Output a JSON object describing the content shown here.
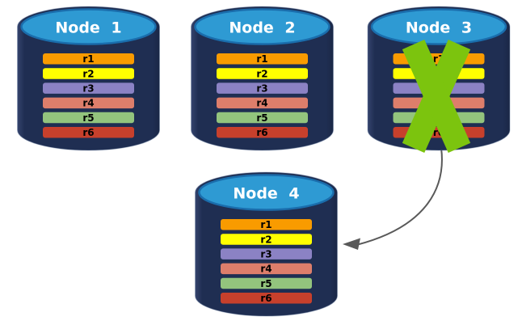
{
  "background_color": "#FFFFFF",
  "diagram": {
    "type": "database-replication-failover",
    "nodes": [
      {
        "label": "Node 1",
        "rows": [
          "r1",
          "r2",
          "r3",
          "r4",
          "r5",
          "r6"
        ],
        "failed": false
      },
      {
        "label": "Node 2",
        "rows": [
          "r1",
          "r2",
          "r3",
          "r4",
          "r5",
          "r6"
        ],
        "failed": false
      },
      {
        "label": "Node 3",
        "rows": [
          "r1",
          "r2",
          "r3",
          "r4",
          "r5",
          "r6"
        ],
        "failed": true
      },
      {
        "label": "Node 4",
        "rows": [
          "r1",
          "r2",
          "r3",
          "r4",
          "r5",
          "r6"
        ],
        "failed": false
      }
    ],
    "row_colors": {
      "r1": "#F99B00",
      "r2": "#FFFF00",
      "r3": "#8B82C4",
      "r4": "#DD7E6B",
      "r5": "#93C47D",
      "r6": "#C7402C"
    },
    "arrow": {
      "from": "Node 3",
      "to": "Node 4"
    },
    "colors": {
      "cylinder_body": "#1F2E52",
      "cylinder_body_highlight": "#35446E",
      "cylinder_body_shadow": "#1A2746",
      "cylinder_top": "#2E9AD3",
      "cylinder_top_stroke": "#1A6DAC",
      "failure_x": "#7CC40E",
      "arrow_stroke": "#595959",
      "node_label_color": "#FFFFFF",
      "row_label_color": "#000000"
    }
  }
}
